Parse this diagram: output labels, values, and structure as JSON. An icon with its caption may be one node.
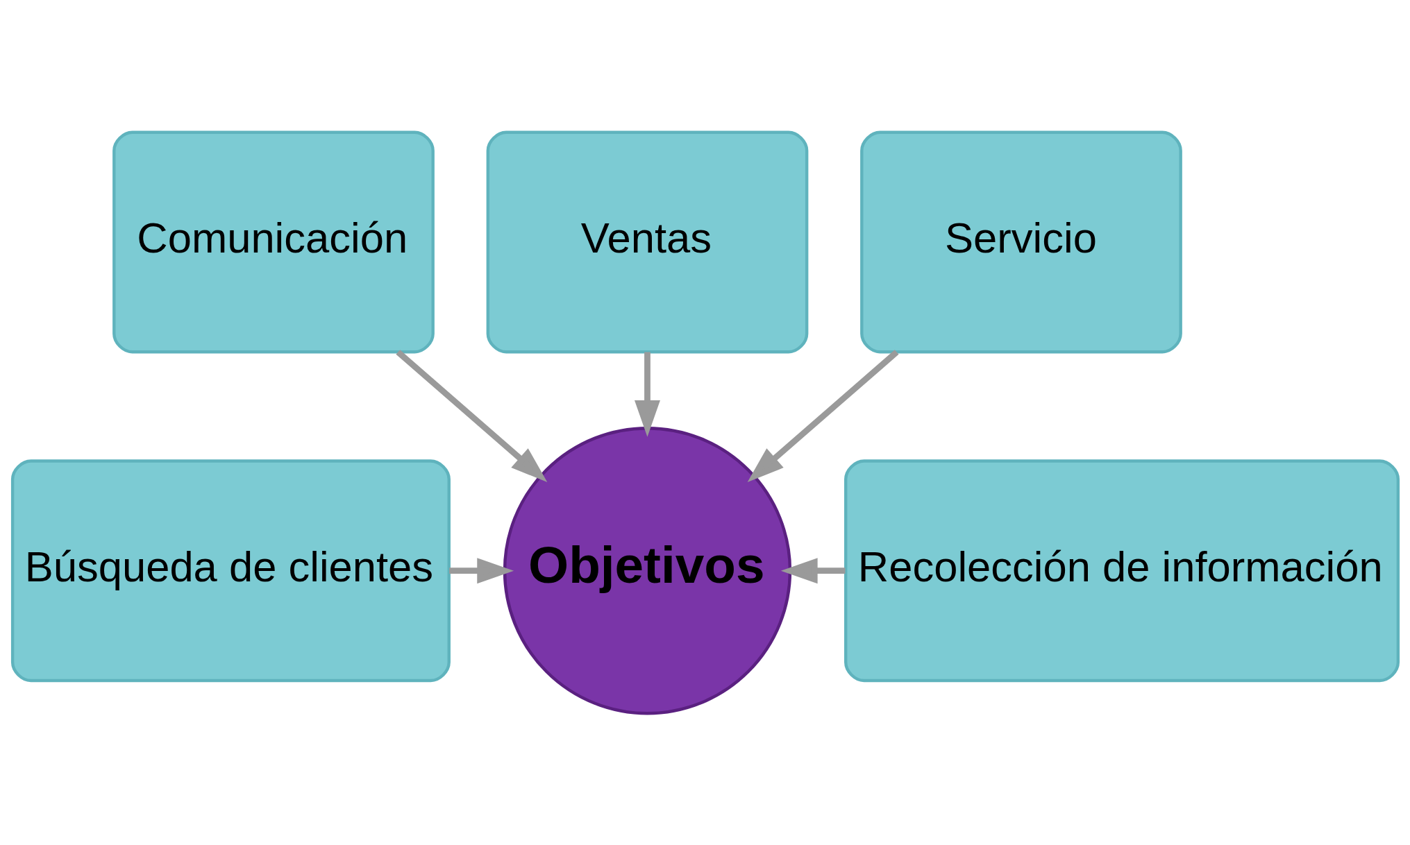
{
  "diagram": {
    "nodes": [
      {
        "text": [
          "Comunicación"
        ]
      },
      {
        "text": [
          "Ventas"
        ]
      },
      {
        "text": [
          "Servicio"
        ]
      },
      {
        "text": [
          "Búsqueda de clientes"
        ]
      },
      {
        "text": [
          "Objetivos"
        ]
      },
      {
        "text": [
          "Recolección de información"
        ]
      }
    ],
    "edges": [
      {
        "from": 0,
        "to": 4,
        "arrow": "to"
      },
      {
        "from": 1,
        "to": 4,
        "arrow": "to"
      },
      {
        "from": 2,
        "to": 4,
        "arrow": "to"
      },
      {
        "from": 3,
        "to": 4,
        "arrow": "to"
      },
      {
        "from": 5,
        "to": 4,
        "arrow": "to"
      }
    ]
  }
}
